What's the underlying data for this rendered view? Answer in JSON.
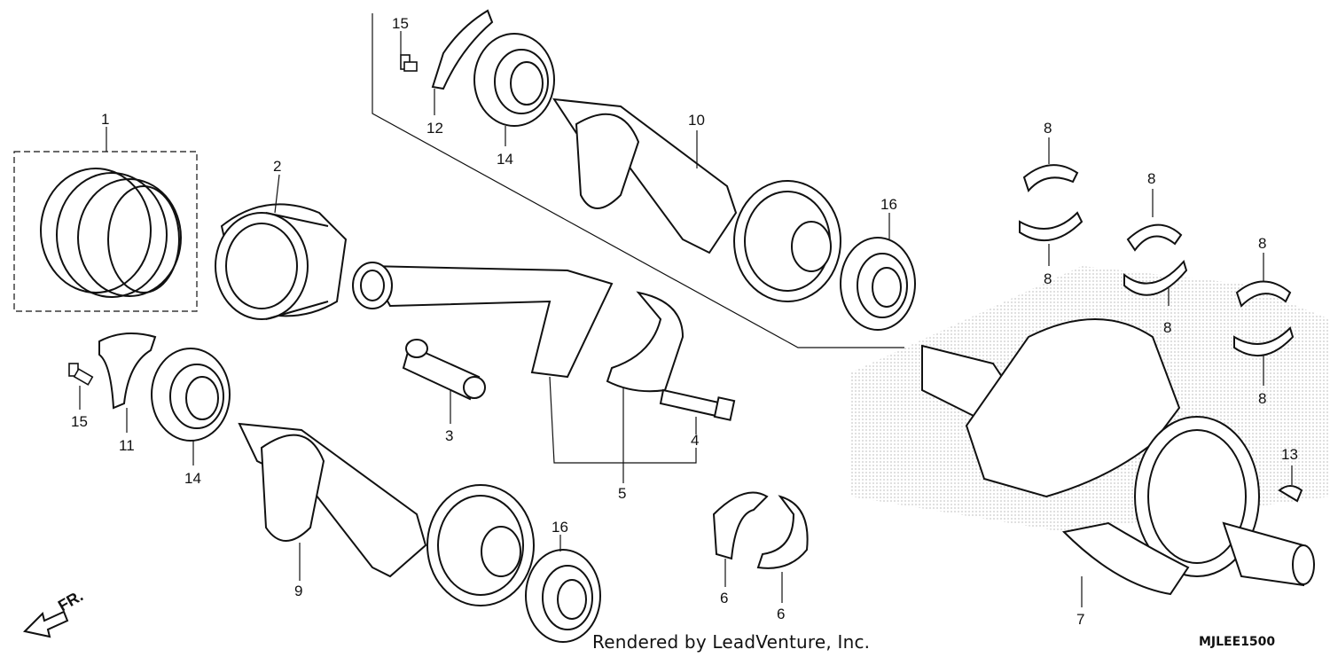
{
  "credit": "Rendered by LeadVenture, Inc.",
  "diagram_code": "MJLEE1500",
  "front_marker": "FR.",
  "callouts": [
    "1",
    "2",
    "3",
    "4",
    "5",
    "6",
    "6",
    "7",
    "8",
    "8",
    "8",
    "8",
    "8",
    "8",
    "9",
    "10",
    "11",
    "12",
    "13",
    "14",
    "14",
    "15",
    "15",
    "16",
    "16"
  ]
}
